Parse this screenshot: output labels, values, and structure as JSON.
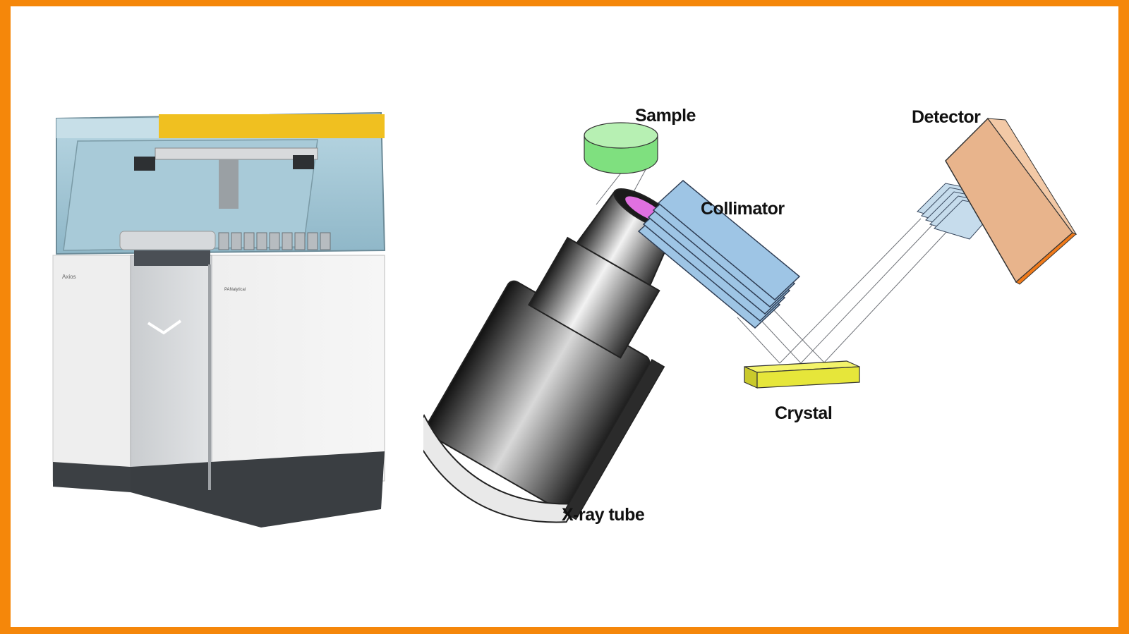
{
  "colors": {
    "border": "#f5870a",
    "sample": "#7fe07f",
    "tube_window": "#e070e0",
    "collimator": "#9ec5e5",
    "crystal": "#e6e63a",
    "detector": "#e8b48c",
    "detector_side": "#f07a1a",
    "machine_accent": "#f0c020"
  },
  "machine": {
    "brand": "Axios",
    "maker": "PANalytical"
  },
  "labels": {
    "sample": "Sample",
    "detector": "Detector",
    "collimator": "Collimator",
    "crystal": "Crystal",
    "xray_tube": "X-ray tube"
  }
}
